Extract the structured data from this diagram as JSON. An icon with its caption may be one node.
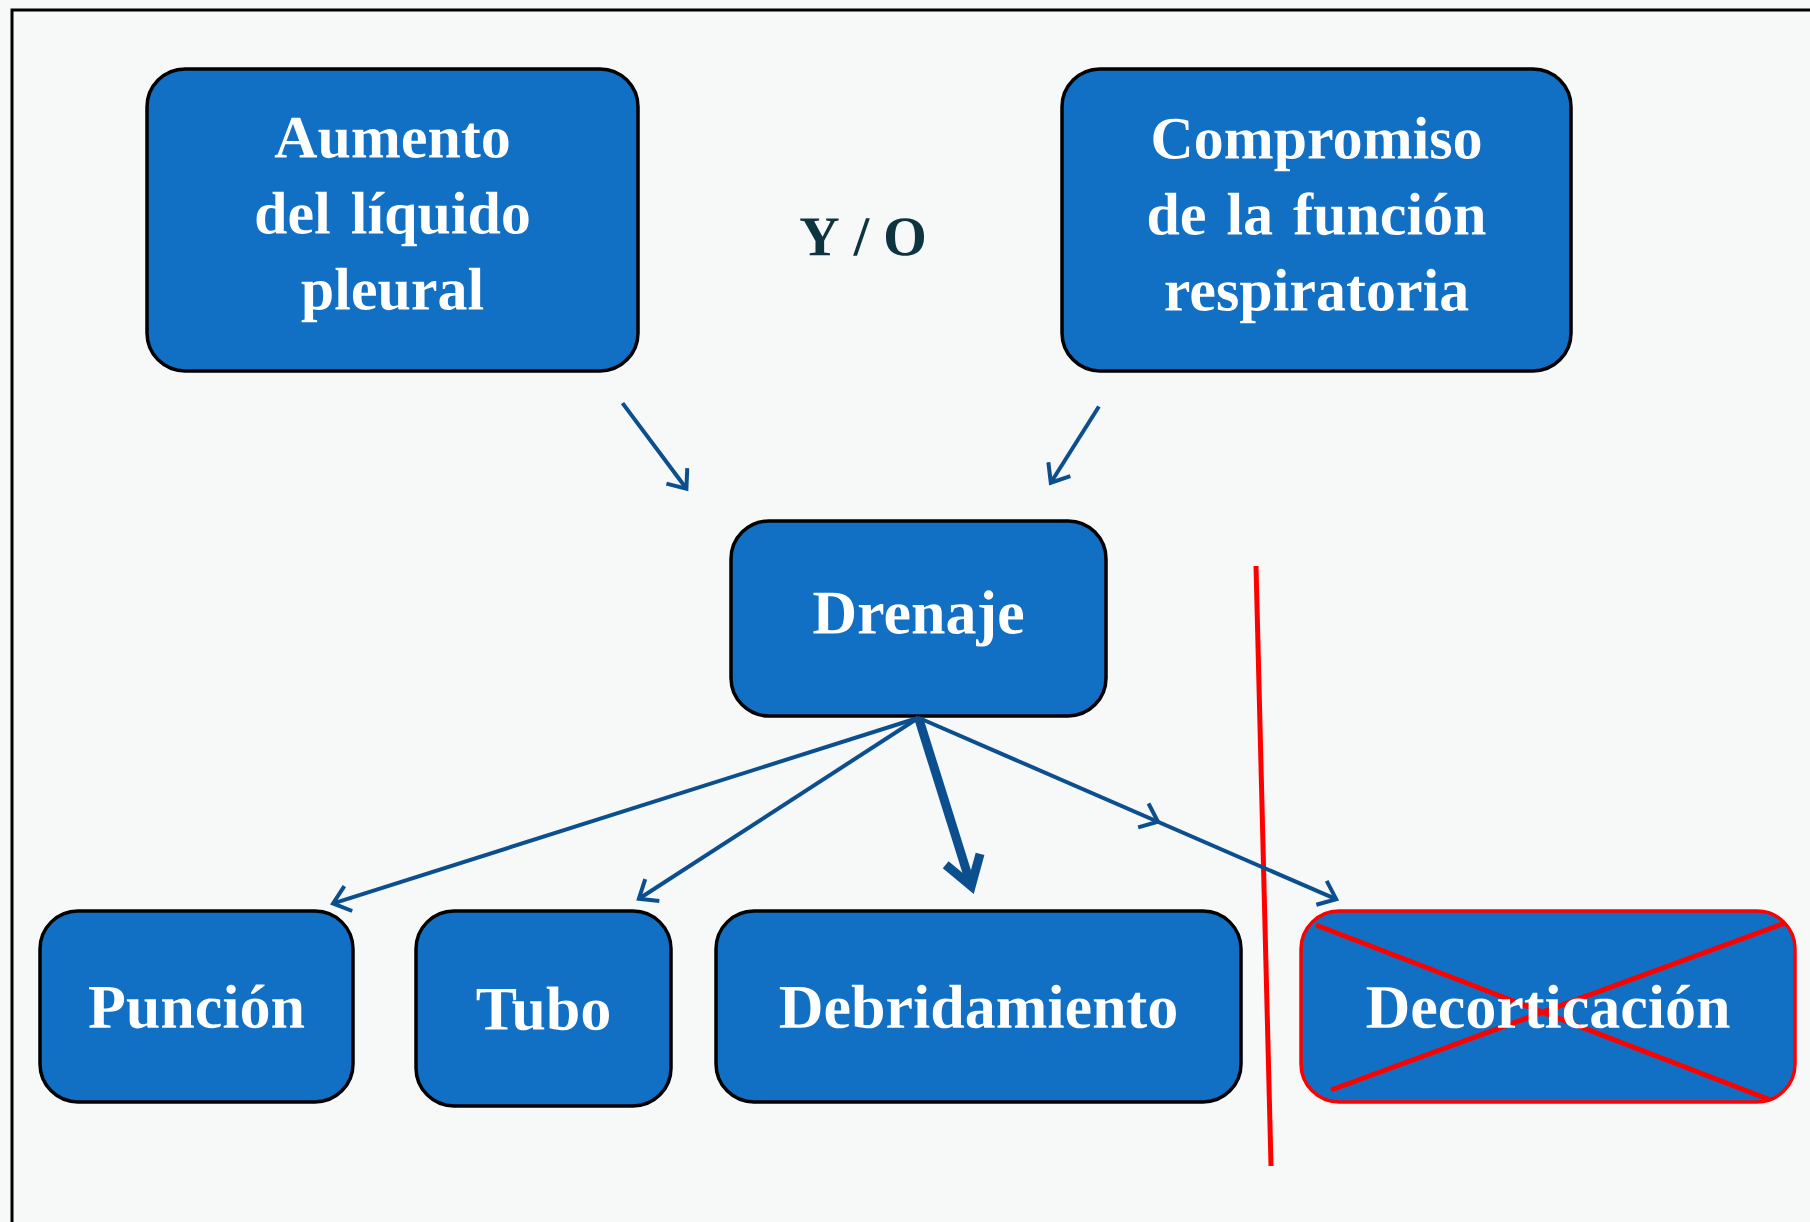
{
  "diagram": {
    "nodes": [
      {
        "text": [
          "Aumento del líquido pleural"
        ]
      },
      {
        "text": [
          "Compromiso de la función respiratoria"
        ]
      },
      {
        "text": [
          "Drenaje"
        ]
      },
      {
        "text": [
          "Punción"
        ]
      },
      {
        "text": [
          "Tubo"
        ]
      },
      {
        "text": [
          "Debridamiento"
        ]
      },
      {
        "text": [
          "Decorticación"
        ]
      }
    ],
    "edges": [
      {
        "from": 0,
        "to": 2,
        "arrow": "to"
      },
      {
        "from": 1,
        "to": 2,
        "arrow": "to"
      },
      {
        "from": 2,
        "to": 3,
        "arrow": "to"
      },
      {
        "from": 2,
        "to": 4,
        "arrow": "to"
      },
      {
        "from": 2,
        "to": 5,
        "arrow": "to",
        "style": "thick"
      },
      {
        "from": 2,
        "to": 6,
        "arrow": "to"
      }
    ],
    "labels": [
      "Y / O"
    ]
  }
}
